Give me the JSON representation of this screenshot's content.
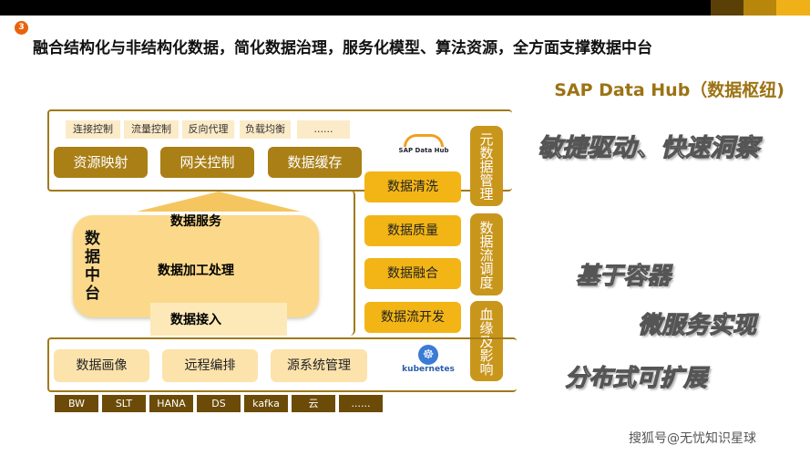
{
  "header": {
    "badge": "3",
    "title": "融合结构化与非结构化数据，简化数据治理，服务化模型、算法资源，全方面支撑数据中台",
    "subtitle": "SAP Data Hub（数据枢纽)",
    "colors": [
      "#5a4006",
      "#b8860b",
      "#f0b018"
    ]
  },
  "gateway": {
    "tags": [
      "连接控制",
      "流量控制",
      "反向代理",
      "负载均衡",
      "......"
    ],
    "boxes": [
      "资源映射",
      "网关控制",
      "数据缓存"
    ]
  },
  "core": {
    "side_label": "数据中台",
    "service": "数据服务",
    "processing": "数据加工处理",
    "ingest": "数据接入"
  },
  "pipeline": {
    "logo": "SAP Data Hub",
    "steps": [
      "数据清洗",
      "数据质量",
      "数据融合",
      "数据流开发"
    ],
    "k8s": "kubernetes"
  },
  "governance": [
    "元数据管理",
    "数据流调度",
    "血缘及影响"
  ],
  "bottom": {
    "boxes": [
      "数据画像",
      "远程编排",
      "源系统管理"
    ],
    "sources": [
      "BW",
      "SLT",
      "HANA",
      "DS",
      "kafka",
      "云",
      "......"
    ]
  },
  "slogans": [
    "敏捷驱动、快速洞察",
    "基于容器",
    "微服务实现",
    "分布式可扩展"
  ],
  "watermark": "搜狐号@无忧知识星球"
}
